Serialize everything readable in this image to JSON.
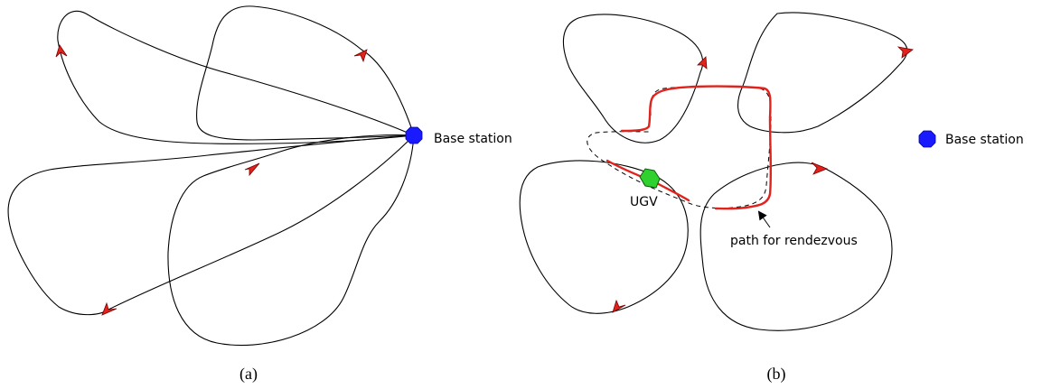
{
  "colors": {
    "uav_route": "#000000",
    "arrow_fill": "#e0231c",
    "arrow_stroke": "#7a0000",
    "base_station": "#1a1aff",
    "ugv_fill": "#2fd12f",
    "ugv_stroke": "#0b5a0b",
    "ugv_path": "#e0231c",
    "rendezvous_path": "#000000"
  },
  "panel_a": {
    "caption": "(a)",
    "base_station_label": "Base station"
  },
  "panel_b": {
    "caption": "(b)",
    "base_station_label": "Base station",
    "ugv_label": "UGV",
    "rendezvous_label": "path for rendezvous"
  }
}
